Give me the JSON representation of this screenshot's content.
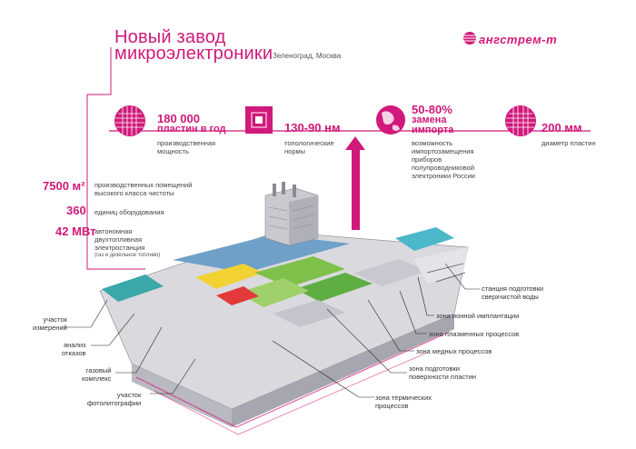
{
  "header": {
    "title_line1": "Новый завод",
    "title_line2": "микроэлектроники",
    "location": "Зеленоград, Москва",
    "brand": "ангстрем-т"
  },
  "top_stats": [
    {
      "value": "180 000",
      "value2": "пластин в год",
      "desc": [
        "производственная",
        "мощность"
      ]
    },
    {
      "value": "130-90 нм",
      "desc": [
        "топологические",
        "нормы"
      ]
    },
    {
      "value": "50-80%",
      "value2": "замена",
      "value3": "импорта",
      "desc": [
        "возможность",
        "импортозамещения",
        "приборов",
        "полупроводниковой",
        "электроники России"
      ]
    },
    {
      "value": "200 мм",
      "desc": [
        "диаметр пластин"
      ]
    }
  ],
  "left_stats": [
    {
      "value": "7500 м²",
      "desc": [
        "производственных помещений",
        "высокого класса чистоты"
      ]
    },
    {
      "value": "360",
      "desc": [
        "единиц оборудования"
      ]
    },
    {
      "value": "42 МВт",
      "desc": [
        "автономная",
        "двухтопливная",
        "электростанция"
      ],
      "note": "(газ и дизельное топливо)"
    }
  ],
  "callouts_left": [
    [
      "участок",
      "измерений"
    ],
    [
      "анализ",
      "отказов"
    ],
    [
      "газовый",
      "комплекс"
    ],
    [
      "участок",
      "фотолитографии"
    ]
  ],
  "callouts_right": [
    [
      "станция подготовки",
      "сверхчистой воды"
    ],
    [
      "зона ионной имплантации"
    ],
    [
      "зона плазменных процессов"
    ],
    [
      "зона медных процессов"
    ],
    [
      "зона подготовки",
      "поверхности пластин"
    ],
    [
      "зона термических",
      "процессов"
    ]
  ],
  "colors": {
    "accent": "#d0197a",
    "text": "#3a3a3a"
  }
}
